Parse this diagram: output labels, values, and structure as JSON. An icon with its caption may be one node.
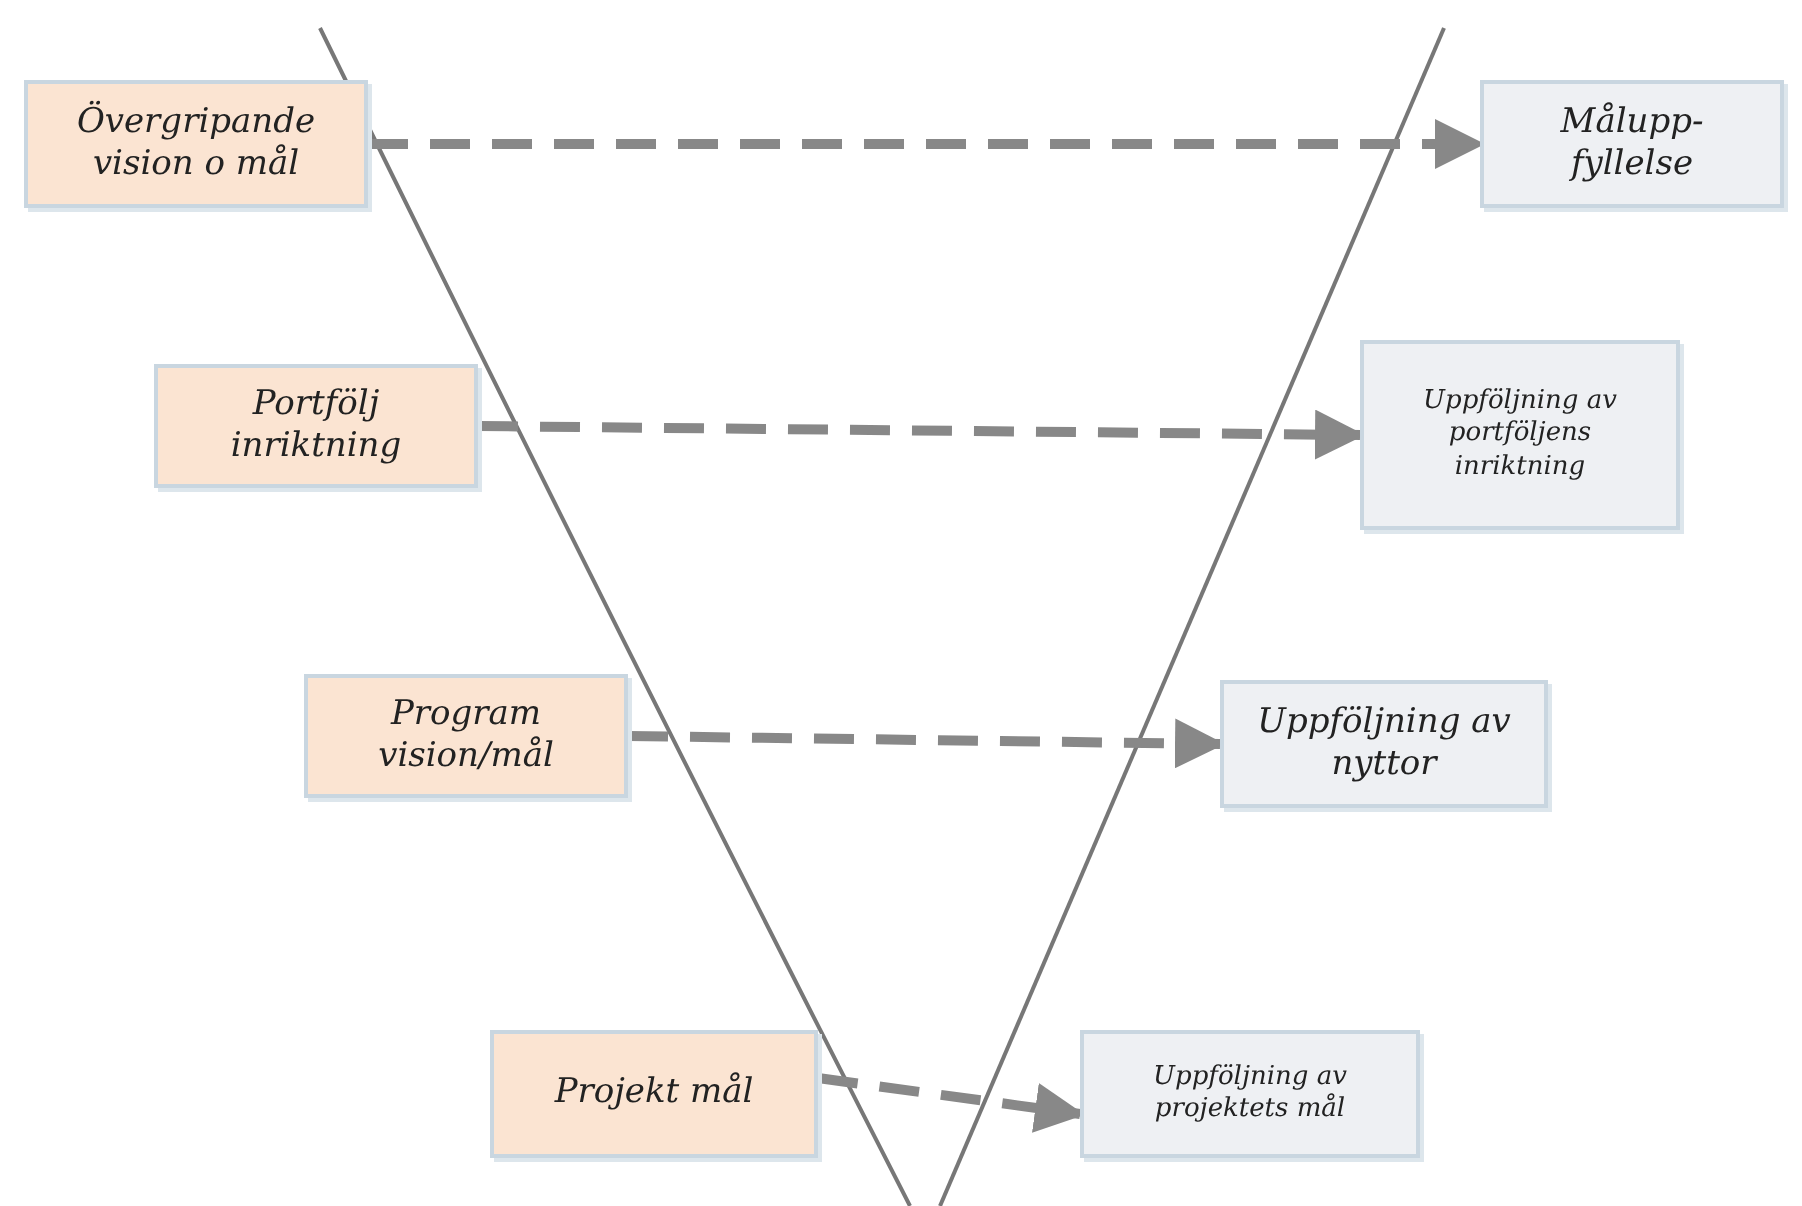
{
  "diagram": {
    "nodes": [
      {
        "text": [
          "Övergripande vision o mål"
        ]
      },
      {
        "text": [
          "Portfölj inriktning"
        ]
      },
      {
        "text": [
          "Program vision/mål"
        ]
      },
      {
        "text": [
          "Projekt mål"
        ]
      },
      {
        "text": [
          "Målupp-fyllelse"
        ]
      },
      {
        "text": [
          "Uppföljning av portföljens inriktning"
        ]
      },
      {
        "text": [
          "Uppföljning av nyttor"
        ]
      },
      {
        "text": [
          "Uppföljning av projektets mål"
        ]
      }
    ],
    "edges": [
      {
        "from": 0,
        "to": 4,
        "arrow": "to",
        "style": "dashed"
      },
      {
        "from": 1,
        "to": 5,
        "arrow": "to",
        "style": "dashed"
      },
      {
        "from": 2,
        "to": 6,
        "arrow": "to",
        "style": "dashed"
      },
      {
        "from": 3,
        "to": 7,
        "arrow": "to",
        "style": "dashed"
      }
    ]
  }
}
